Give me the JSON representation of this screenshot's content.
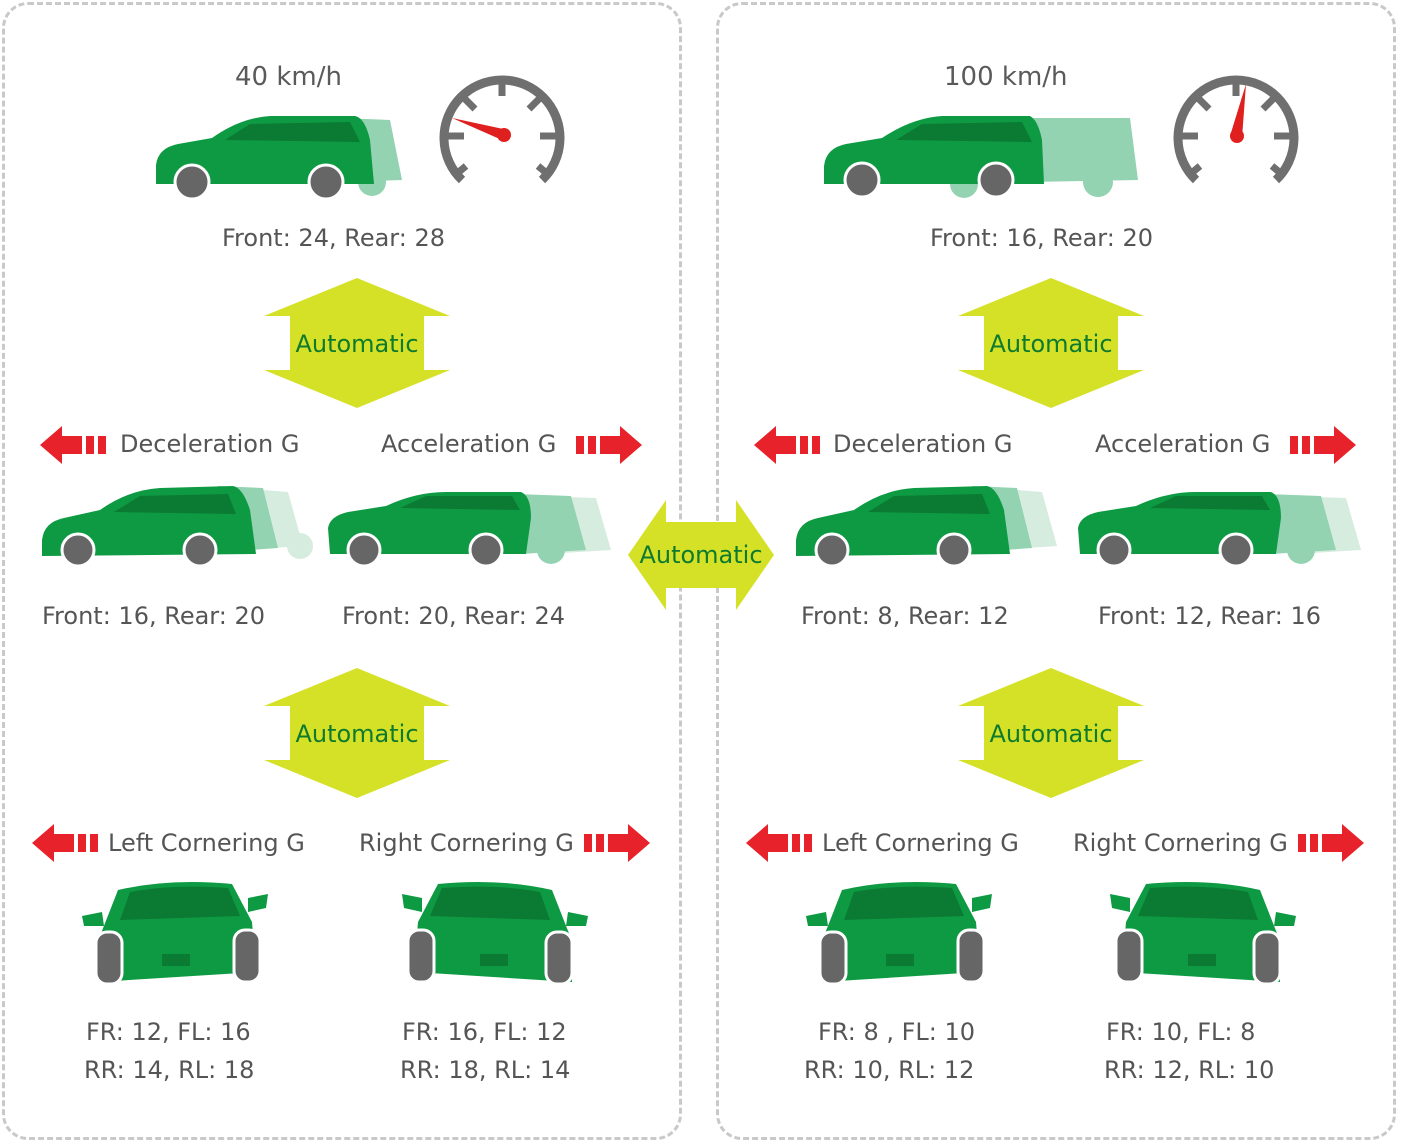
{
  "panels": [
    {
      "speed": "40 km/h",
      "base_ratio": "Front: 24, Rear: 28",
      "arrow_label_1": "Automatic",
      "decel_label": "Deceleration G",
      "accel_label": "Acceleration G",
      "decel_ratio": "Front: 16, Rear: 20",
      "accel_ratio": "Front: 20, Rear: 24",
      "arrow_label_2": "Automatic",
      "left_corner_label": "Left Cornering G",
      "right_corner_label": "Right Cornering G",
      "left_corner_line1": "FR: 12, FL: 16",
      "left_corner_line2": "RR: 14, RL: 18",
      "right_corner_line1": "FR: 16, FL: 12",
      "right_corner_line2": "RR: 18, RL: 14"
    },
    {
      "speed": "100 km/h",
      "base_ratio": "Front: 16, Rear: 20",
      "arrow_label_1": "Automatic",
      "decel_label": "Deceleration G",
      "accel_label": "Acceleration G",
      "decel_ratio": "Front: 8, Rear: 12",
      "accel_ratio": "Front: 12, Rear: 16",
      "arrow_label_2": "Automatic",
      "left_corner_label": "Left Cornering G",
      "right_corner_label": "Right Cornering G",
      "left_corner_line1": "FR: 8 , FL: 10",
      "left_corner_line2": "RR: 10, RL: 12",
      "right_corner_line1": "FR: 10, FL: 8",
      "right_corner_line2": "RR: 12, RL: 10"
    }
  ],
  "center_arrow_label": "Automatic",
  "colors": {
    "car_green": "#0e9a43",
    "car_dark": "#0b7a33",
    "ghost_green": "#93d3b2",
    "arrow_yellow": "#d5e127",
    "red_arrow": "#e8222a",
    "gauge_grey": "#6f6f6f",
    "needle_red": "#e0201f"
  }
}
